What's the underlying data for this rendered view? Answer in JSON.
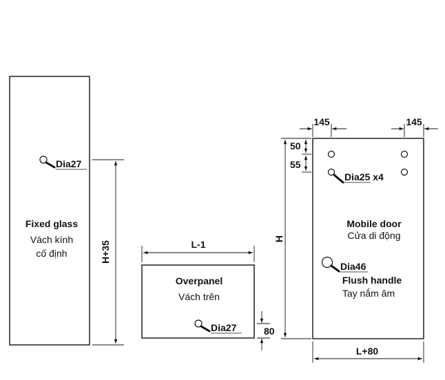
{
  "fixed_glass": {
    "name_en": "Fixed glass",
    "name_vi_line1": "Vách kính",
    "name_vi_line2": "cố định",
    "hole_label": "Dia27",
    "height_dim": "H+35"
  },
  "overpanel": {
    "name_en": "Overpanel",
    "name_vi": "Vách trên",
    "hole_label": "Dia27",
    "width_dim": "L-1",
    "offset_dim": "80"
  },
  "mobile_door": {
    "name_en": "Mobile door",
    "name_vi": "Cửa di động",
    "holes_label": "Dia25 x4",
    "handle_label": "Dia46",
    "handle_name_en": "Flush handle",
    "handle_name_vi": "Tay nắm âm",
    "height_dim": "H",
    "width_dim": "L+80",
    "left_offset_dim": "145",
    "right_offset_dim": "145",
    "top_offset_dim": "50",
    "hole_spacing_dim": "55"
  }
}
